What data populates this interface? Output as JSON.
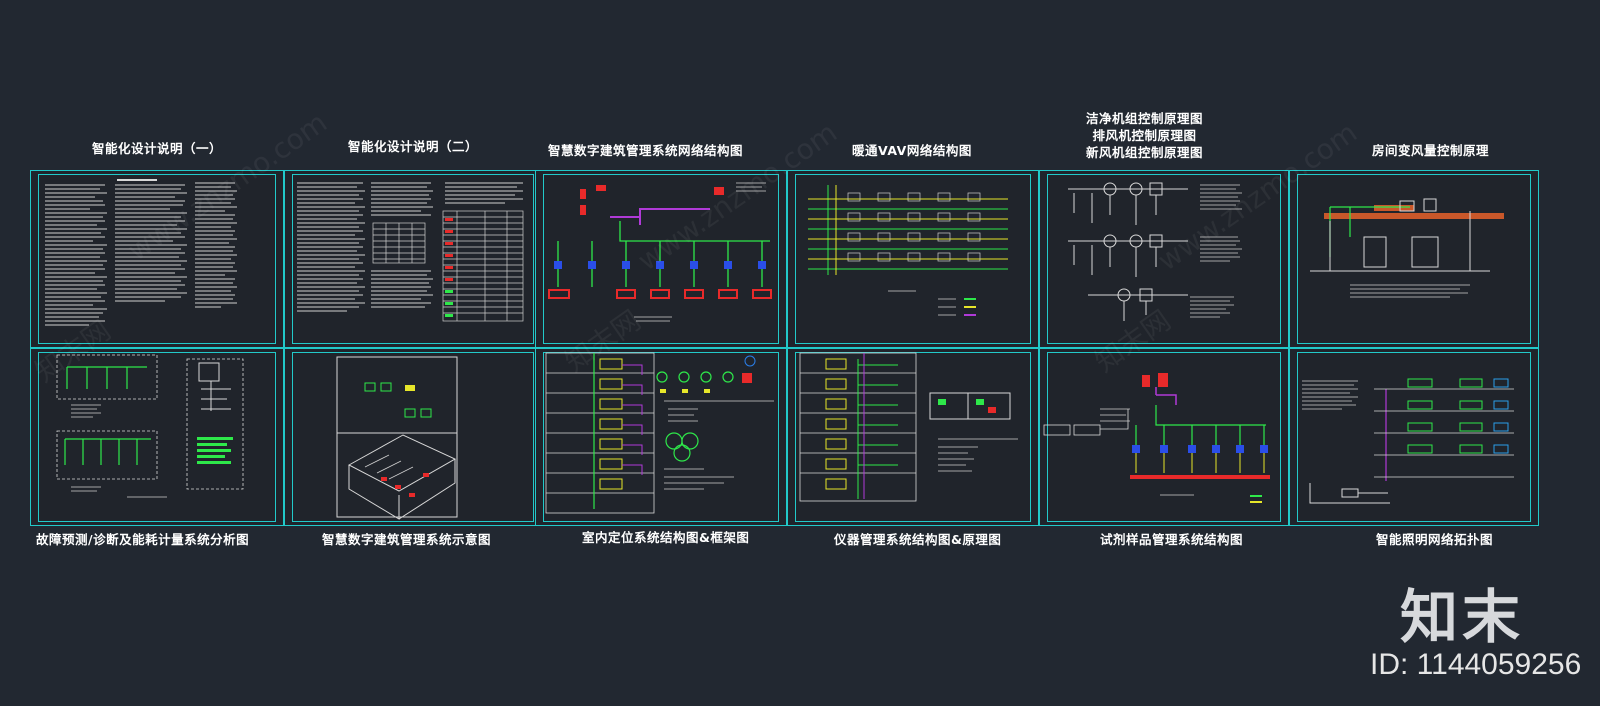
{
  "top_titles": [
    "智能化设计说明（一）",
    "智能化设计说明（二）",
    "智慧数字建筑管理系统网络结构图",
    "暖通VAV网络结构图",
    [
      "洁净机组控制原理图",
      "排风机控制原理图",
      "新风机组控制原理图"
    ],
    "房间变风量控制原理"
  ],
  "bottom_titles": [
    "故障预测/诊断及能耗计量系统分析图",
    "智慧数字建筑管理系统示意图",
    "室内定位系统结构图&框架图",
    "仪器管理系统结构图&原理图",
    "试剂样品管理系统结构图",
    "智能照明网络拓扑图"
  ],
  "watermark": "www.znzmo.com",
  "watermark_cn": "知末网",
  "brand": {
    "name": "知末",
    "id_label": "ID: 1144059256"
  },
  "colors": {
    "background": "#222831",
    "sheet_border": "#22c9c9",
    "wire_green": "#2ee84a",
    "wire_yellow": "#e6e62a",
    "wire_purple": "#b03ad8",
    "wire_red": "#e82a2a",
    "node_blue": "#2a4ee8"
  }
}
